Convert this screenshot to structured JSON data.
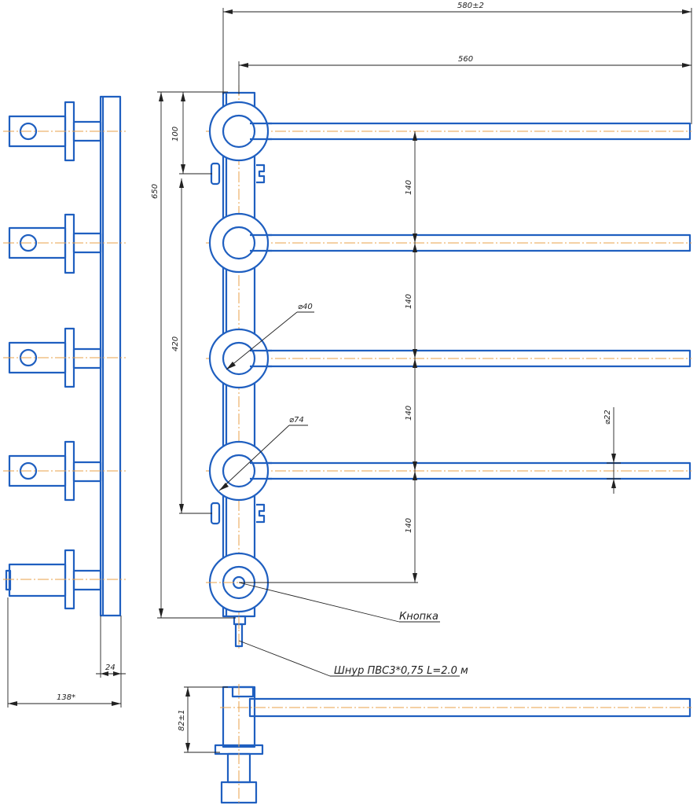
{
  "dimensions": {
    "overall_width": "580±2",
    "rail_length": "560",
    "top_offset": "100",
    "total_height": "650",
    "pitch_1": "140",
    "pitch_2": "140",
    "pitch_3": "140",
    "pitch_4": "140",
    "mount_spacing": "420",
    "inner_diameter": "⌀40",
    "outer_diameter": "⌀74",
    "rail_diameter": "⌀22",
    "side_depth": "24",
    "side_width": "138*",
    "bottom_height": "82±1"
  },
  "labels": {
    "button": "Кнопка",
    "cord": "Шнур ПВС3*0,75 L=2.0 м"
  },
  "colors": {
    "outline": "#1f5fc0",
    "axis": "#e8a24a",
    "dimension": "#222222"
  }
}
